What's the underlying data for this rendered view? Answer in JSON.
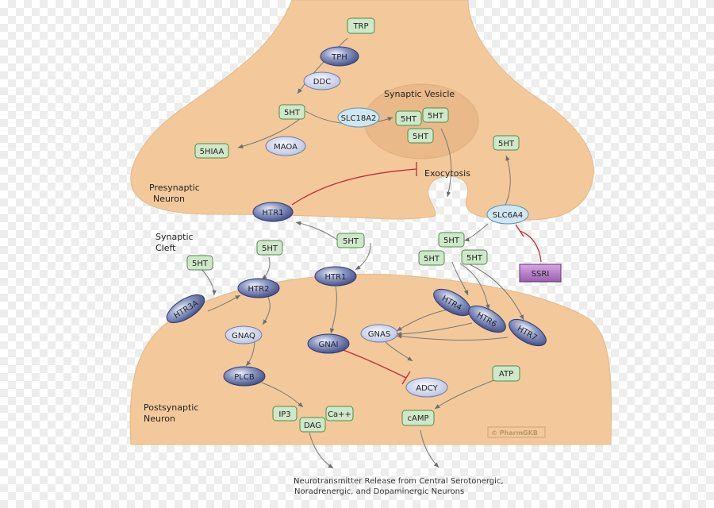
{
  "colors": {
    "cell": "#f3c99b",
    "cell_edge": "#e0b589",
    "vesicle": "#eab98a",
    "molecule_fill": "#cfe8c9",
    "molecule_edge": "#4f8a4b",
    "enzyme_fill": "#d5dbef",
    "receptor_fill": "#5a6aa0",
    "transporter_fill": "#cfe7f3",
    "ssri_fill": "#b27cc0",
    "inhibit": "#c0293a",
    "arrow": "#777777"
  },
  "labels": {
    "presynaptic": [
      "Presynaptic",
      "Neuron"
    ],
    "synaptic_cleft": [
      "Synaptic",
      "Cleft"
    ],
    "postsynaptic": [
      "Postsynaptic",
      "Neuron"
    ],
    "synaptic_vesicle": "Synaptic Vesicle",
    "exocytosis": "Exocytosis",
    "copyright": "© PharmGKB",
    "caption": [
      "Neurotransmitter Release from Central Serotonergic,",
      "Noradrenergic, and Dopaminergic Neurons"
    ]
  },
  "nodes": {
    "trp": "TRP",
    "tph": "TPH",
    "ddc": "DDC",
    "sht_pre": "5HT",
    "slc18a2": "SLC18A2",
    "ves_5ht_1": "5HT",
    "ves_5ht_2": "5HT",
    "ves_5ht_3": "5HT",
    "shiaa": "5HIAA",
    "maoa": "MAOA",
    "sht_reuptake": "5HT",
    "htr1_pre": "HTR1",
    "slc6a4": "SLC6A4",
    "sht_cleft_center": "5HT",
    "sht_cleft_right_1": "5HT",
    "sht_cleft_right_2": "5HT",
    "sht_cleft_right_3": "5HT",
    "sht_cleft_left_1": "5HT",
    "sht_cleft_left_2": "5HT",
    "ssri": "SSRI",
    "htr3a": "HTR3A",
    "htr2": "HTR2",
    "htr1_post": "HTR1",
    "htr4": "HTR4",
    "htr6": "HTR6",
    "htr7": "HTR7",
    "gnaq": "GNAQ",
    "gnai": "GNAI",
    "gnas": "GNAS",
    "plcb": "PLCB",
    "adcy": "ADCY",
    "atp": "ATP",
    "ip3": "IP3",
    "dag": "DAG",
    "ca": "Ca++",
    "camp": "cAMP"
  }
}
